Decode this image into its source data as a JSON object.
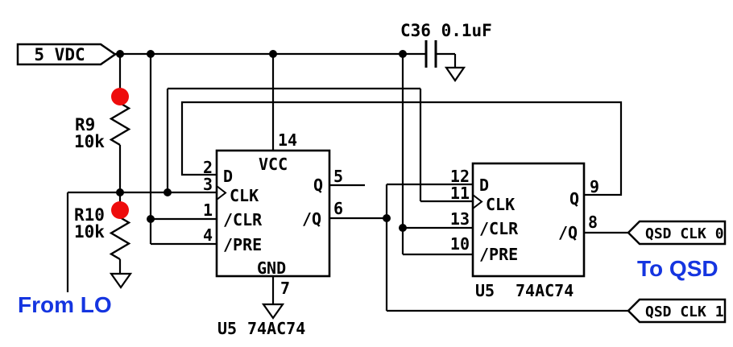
{
  "colors": {
    "wire": "#000000",
    "background": "#ffffff",
    "highlight_dot": "#ee0c0c",
    "annotation_blue": "#1535e0"
  },
  "power_flag": {
    "label": "5 VDC"
  },
  "capacitor_c36": {
    "label": "C36 0.1uF"
  },
  "resistor_r9": {
    "ref": "R9",
    "value": "10k"
  },
  "resistor_r10": {
    "ref": "R10",
    "value": "10k"
  },
  "ff1": {
    "pin_d": "2",
    "pin_clk": "3",
    "pin_clr": "1",
    "pin_pre": "4",
    "pin_vcc": "14",
    "pin_gnd": "7",
    "pin_q": "5",
    "pin_nq": "6",
    "label_d": "D",
    "label_clk": "CLK",
    "label_clr": "/CLR",
    "label_pre": "/PRE",
    "label_vcc": "VCC",
    "label_gnd": "GND",
    "label_q": "Q",
    "label_nq": "/Q",
    "ref": "U5",
    "part": "74AC74"
  },
  "ff2": {
    "pin_d": "12",
    "pin_clk": "11",
    "pin_clr": "13",
    "pin_pre": "10",
    "pin_q": "9",
    "pin_nq": "8",
    "label_d": "D",
    "label_clk": "CLK",
    "label_clr": "/CLR",
    "label_pre": "/PRE",
    "label_q": "Q",
    "label_nq": "/Q",
    "ref": "U5",
    "part": "74AC74"
  },
  "annotations": {
    "from_lo": "From LO",
    "to_qsd": "To QSD"
  },
  "output_flags": {
    "clk0": "QSD CLK 0",
    "clk1": "QSD CLK 1"
  }
}
